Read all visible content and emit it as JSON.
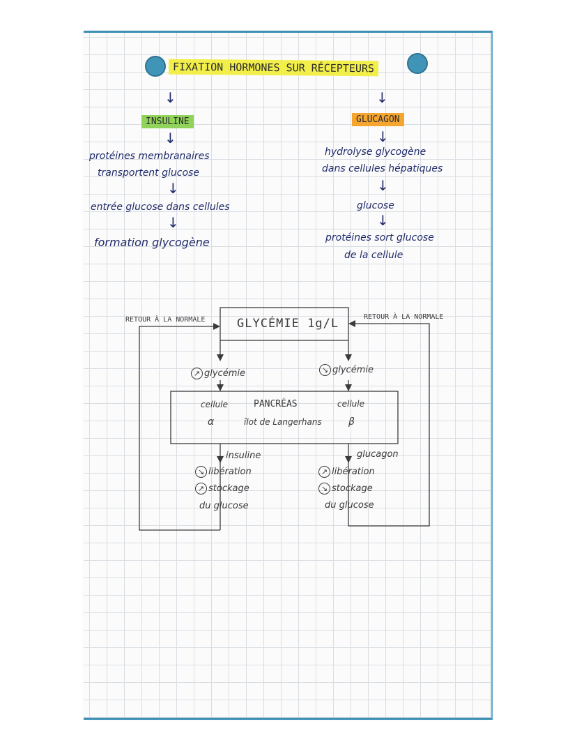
{
  "title": "FIXATION HORMONES SUR RÉCEPTEURS",
  "colors": {
    "title_highlight": "#f2ee4a",
    "insuline_highlight": "#8fd35a",
    "glucagon_highlight": "#f6a52e",
    "ink": "#1f2a6a",
    "pencil": "#3b3b3b",
    "binding": "#3c8fb5"
  },
  "left_branch": {
    "label": "INSULINE",
    "step1_line1": "protéines membranaires",
    "step1_line2": "transportent glucose",
    "step2": "entrée glucose dans cellules",
    "step3": "formation glycogène"
  },
  "right_branch": {
    "label": "GLUCAGON",
    "step1_line1": "hydrolyse glycogène",
    "step1_line2": "dans cellules hépatiques",
    "step2": "glucose",
    "step3_line1": "protéines sort glucose",
    "step3_line2": "de la cellule"
  },
  "diagram": {
    "center_box": "GLYCÉMIE 1g/L",
    "left_return": "RETOUR À LA NORMALE",
    "right_return": "RETOUR À LA NORMALE",
    "left_stimulus": "glycémie",
    "right_stimulus": "glycémie",
    "pancreas": {
      "title": "PANCRÉAS",
      "subtitle": "îlot de Langerhans",
      "left_cell_line1": "cellule",
      "left_cell_line2": "α",
      "right_cell_line1": "cellule",
      "right_cell_line2": "β"
    },
    "left_effects": {
      "hormone": "insuline",
      "effect1": "libération",
      "effect2": "stockage",
      "effect3": "du glucose"
    },
    "right_effects": {
      "hormone": "glucagon",
      "effect1": "libération",
      "effect2": "stockage",
      "effect3": "du glucose"
    }
  }
}
